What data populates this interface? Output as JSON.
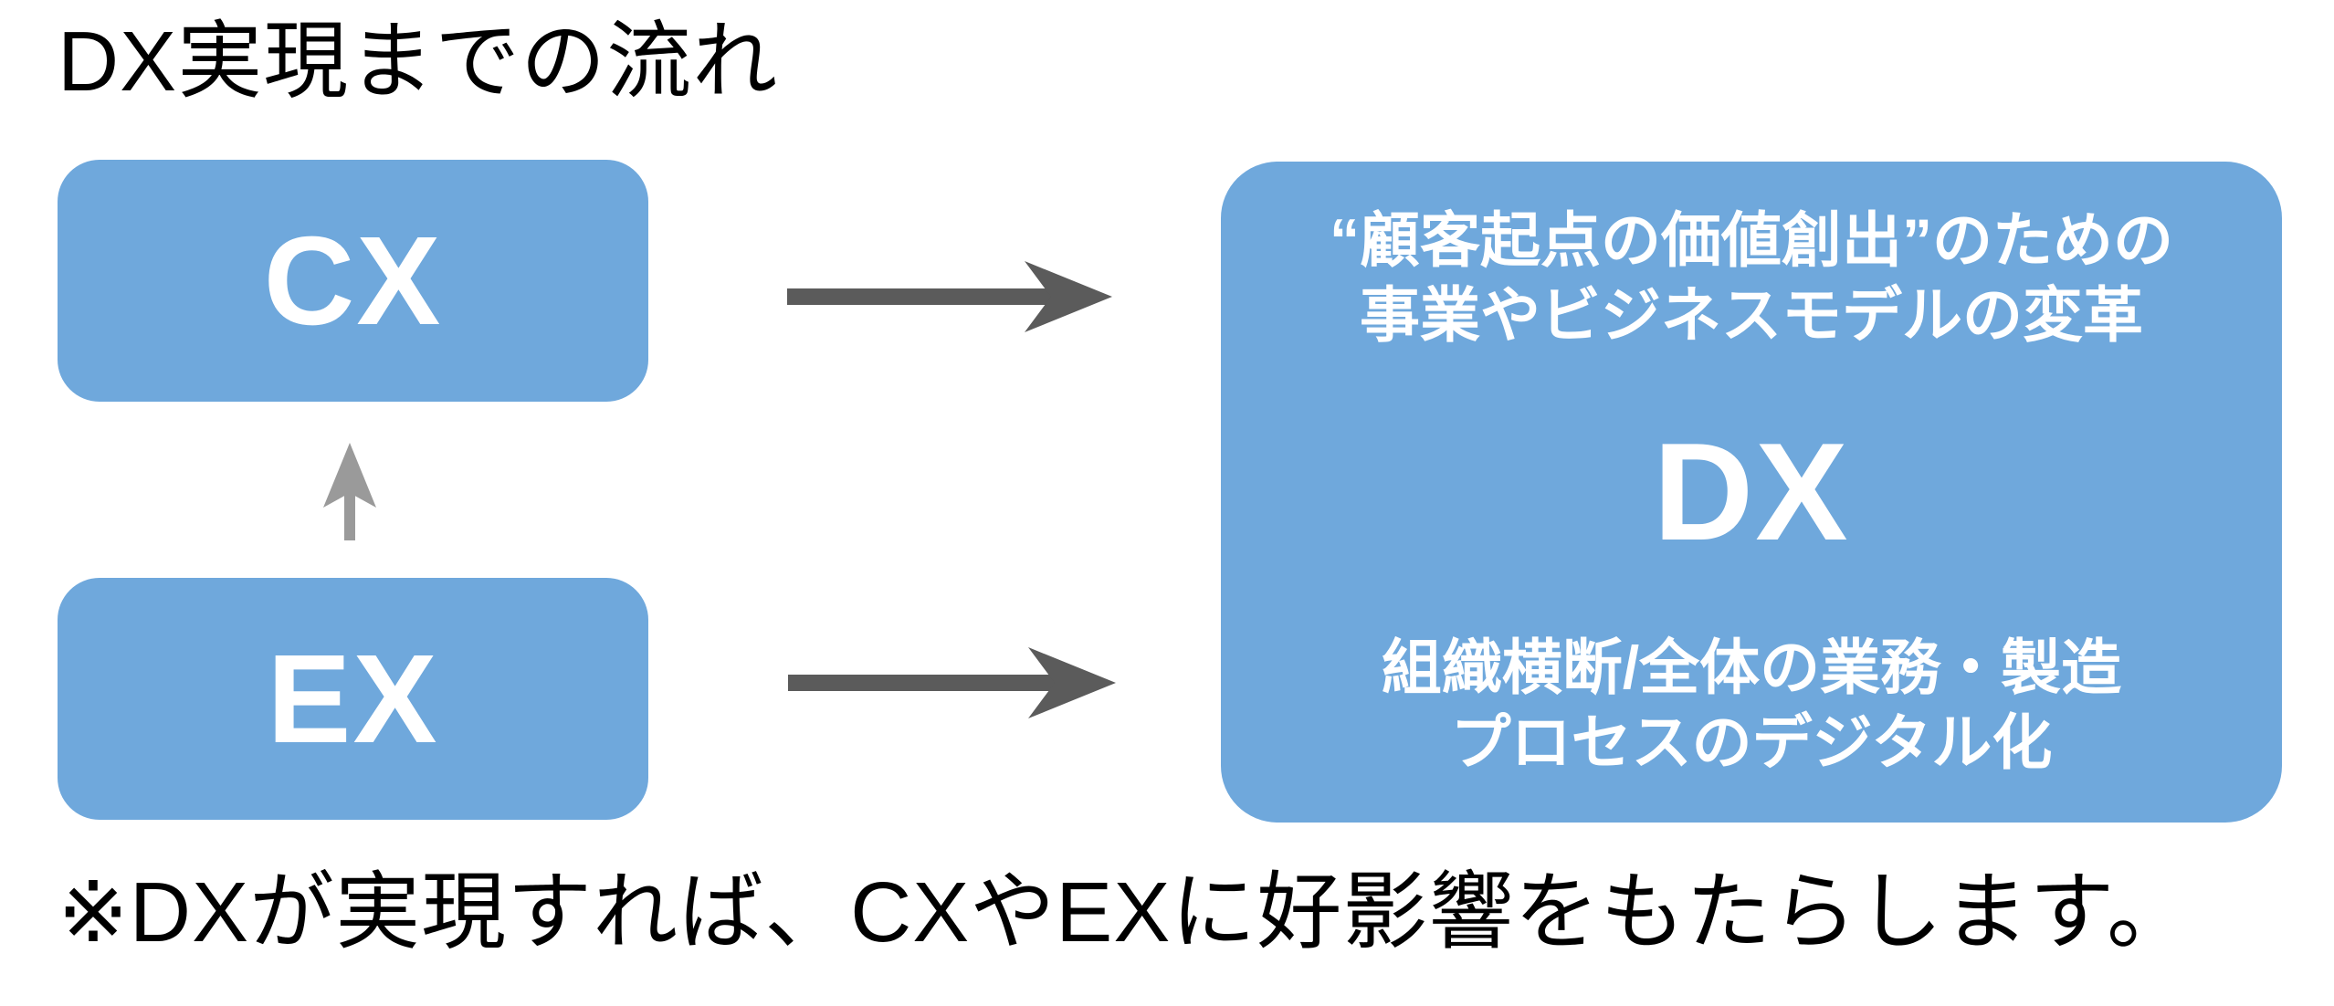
{
  "title": "DX実現までの流れ",
  "footnote": "※DXが実現すれば、CXやEXに好影響をもたらします。",
  "colors": {
    "box_blue": "#6FA8DC",
    "box_text_white": "#FFFFFF",
    "arrow_dark_gray": "#5B5B5B",
    "arrow_light_gray": "#9A9A9A",
    "heading_black": "#000000",
    "background": "#FFFFFF"
  },
  "flow": {
    "cx_box": {
      "label": "CX"
    },
    "ex_box": {
      "label": "EX"
    },
    "dx_box": {
      "top_text_line1": "“顧客起点の価値創出”のための",
      "top_text_line2": "事業やビジネスモデルの変革",
      "label": "DX",
      "bottom_text_line1": "組織横断/全体の業務・製造",
      "bottom_text_line2": "プロセスのデジタル化"
    },
    "arrows": {
      "cx_to_dx": "right-arrow",
      "ex_to_dx": "right-arrow",
      "ex_to_cx": "up-arrow"
    }
  }
}
